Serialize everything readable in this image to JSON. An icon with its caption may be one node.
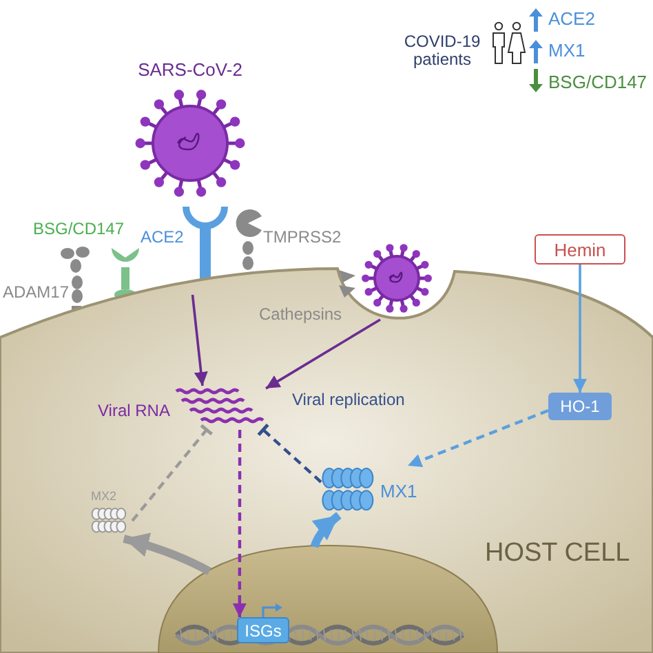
{
  "diagram": {
    "nodes": [
      {
        "text": [
          "SARS-CoV-2"
        ]
      },
      {
        "text": [
          "BSG/CD147"
        ]
      },
      {
        "text": [
          "ACE2"
        ]
      },
      {
        "text": [
          "TMPRSS2"
        ]
      },
      {
        "text": [
          "ADAM17"
        ]
      },
      {
        "text": [
          "Hemin"
        ]
      },
      {
        "text": [],
        "shape": "picture"
      },
      {
        "text": [
          "HOST CELL"
        ]
      },
      {
        "text": [
          "Viral RNA"
        ],
        "in": 7
      },
      {
        "text": [
          "HO-1"
        ],
        "in": 7
      },
      {
        "text": [
          "MX2"
        ],
        "in": 7
      },
      {
        "text": [
          "MX1"
        ],
        "in": 7
      },
      {
        "text": [],
        "shape": "picture",
        "in": 7
      },
      {
        "text": [
          "ISGs"
        ],
        "in": 12
      }
    ],
    "edges": [
      {
        "from": 2,
        "to": 8,
        "arrow": "to",
        "color": "#6a2c91"
      },
      {
        "from": 6,
        "to": 8,
        "arrow": "to",
        "color": "#6a2c91"
      },
      {
        "from": 5,
        "to": 9,
        "arrow": "to",
        "color": "#5aa0e0"
      },
      {
        "from": 9,
        "to": 11,
        "arrow": "to",
        "style": "dashed",
        "color": "#5aa0e0"
      },
      {
        "from": 11,
        "to": 8,
        "arrow": "other",
        "label": "Viral replication",
        "style": "dashed",
        "color": "#34508c"
      },
      {
        "from": 10,
        "to": 8,
        "arrow": "other",
        "style": "dashed",
        "color": "#9a9a9a"
      },
      {
        "from": 8,
        "to": 13,
        "arrow": "to",
        "style": "dashed",
        "color": "#8b2fb0"
      },
      {
        "from": 12,
        "to": 11,
        "arrow": "to",
        "style": "thick",
        "color": "#5aa0e0"
      },
      {
        "from": 12,
        "to": 10,
        "arrow": "to",
        "style": "thick",
        "color": "#9a9a9a"
      }
    ],
    "labels": [
      "COVID-19 patients",
      "ACE2",
      "MX1",
      "BSG/CD147",
      "Cathepsins"
    ]
  }
}
